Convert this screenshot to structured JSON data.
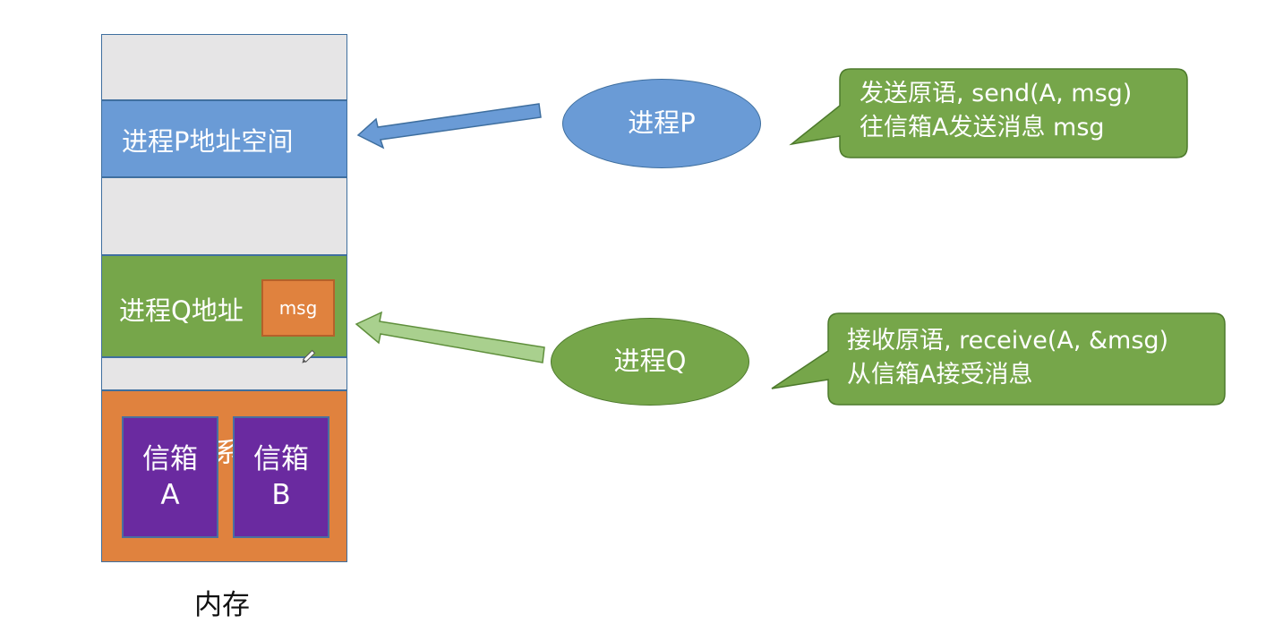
{
  "memory": {
    "caption": "内存",
    "process_p_region": "进程P地址空间",
    "process_q_region": "进程Q地址",
    "os_region_partial": "系统地址",
    "mailboxes": [
      {
        "line1": "信箱",
        "line2": "A"
      },
      {
        "line1": "信箱",
        "line2": "B"
      }
    ]
  },
  "message_box": "msg",
  "processes": {
    "p": "进程P",
    "q": "进程Q"
  },
  "callouts": {
    "send": {
      "line1": "发送原语, send(A, msg)",
      "line2": "往信箱A发送消息 msg"
    },
    "receive": {
      "line1": "接收原语, receive(A, &msg)",
      "line2": "从信箱A接受消息"
    }
  },
  "colors": {
    "blue": "#6a9bd6",
    "green": "#76a64a",
    "orange": "#e0823e",
    "purple": "#6a2aa0",
    "gray": "#e6e5e6"
  }
}
